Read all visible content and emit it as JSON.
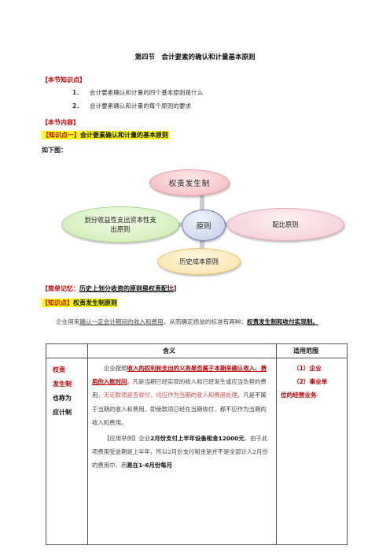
{
  "title": "第四节　会计要素的确认和计量基本原则",
  "section_points": {
    "heading": "【本节知识点】",
    "items": [
      {
        "num": "1．",
        "text": "会计要素确认和计量的四个基本原则是什么"
      },
      {
        "num": "2．",
        "text": "会计要素确认和计量的每个原则的要求"
      }
    ]
  },
  "section_content": {
    "heading": "【本节内容】"
  },
  "knowledge1": {
    "label": "【知识点一】",
    "text": "会计要素确认和计量的基本原则"
  },
  "figure_label": "如下图：",
  "diagram": {
    "center": "原则",
    "top": "权责发生制",
    "left": "划分收益性支出资本性支出原则",
    "right": "配比原则",
    "bottom": "历史成本原则"
  },
  "memo": {
    "label": "【简单记忆：",
    "text": "历史上划分收资的原则是权责配比",
    "end": "】"
  },
  "knowledge2": {
    "label": "【知识点】",
    "text": "权责发生制原则"
  },
  "paragraph": {
    "a": "企业用来",
    "b": "确认一定会计期间的收入和费用",
    "c": "，从而确定损益的标准有两种：",
    "d": "权责发生制和收付实现制。"
  },
  "table": {
    "headers": [
      "含义",
      "适用范围"
    ],
    "col1": {
      "r1": "权责",
      "r2": "发生制",
      "k1": "也称为",
      "k2": "应计制"
    },
    "col2": {
      "p1a": "企业按照",
      "p1b": "收入的权利和支出的义务是否属于本期来确认收入、费用的入账时间",
      "p1c": "。凡是当期已经实现的收入和已经发生或应当负担的费用，",
      "p1d": "无论款项是否收付，均应作为当期的收入和费用处理",
      "p1e": "。凡是不属于当期的收入和费用，即使款项已经在当期收付，都不应作为当期的收入和费用。",
      "p2a": "【应用举例】企业",
      "p2b": "2月份支付上半年设备租金12000元",
      "p2c": "，由于此项费用受益期是上半年，所以2月份支付租金是并不是全部计入2月份的费用中，而",
      "p2d": "是在1-6月份每月"
    },
    "col3": {
      "i1": "（1）企业",
      "i2": "（2）事业单",
      "i3": "位的经营业务"
    }
  },
  "colors": {
    "red": "#c00000",
    "highlight": "#ffff00"
  }
}
